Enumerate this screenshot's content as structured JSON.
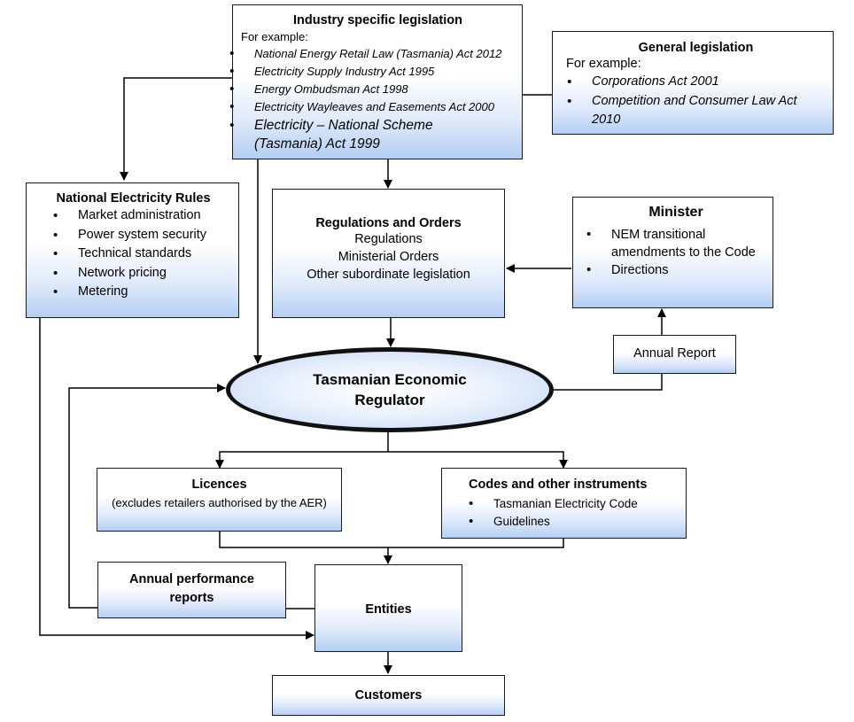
{
  "industry": {
    "title": "Industry specific legislation",
    "intro": "For example:",
    "items": [
      "National Energy Retail Law (Tasmania) Act 2012",
      "Electricity Supply Industry Act 1995",
      "Energy Ombudsman Act 1998",
      "Electricity Wayleaves and Easements Act 2000",
      "Electricity – National Scheme (Tasmania) Act 1999"
    ]
  },
  "general": {
    "title": "General legislation",
    "intro": "For example:",
    "items": [
      "Corporations Act 2001",
      "Competition and Consumer Law Act 2010"
    ]
  },
  "ner": {
    "title": "National Electricity Rules",
    "items": [
      "Market administration",
      "Power system security",
      "Technical standards",
      "Network pricing",
      "Metering"
    ]
  },
  "regulations": {
    "title": "Regulations and Orders",
    "lines": [
      "Regulations",
      "Ministerial Orders",
      "Other subordinate legislation"
    ]
  },
  "minister": {
    "title": "Minister",
    "items": [
      "NEM transitional amendments to the Code",
      "Directions"
    ]
  },
  "annual_report": "Annual Report",
  "regulator": {
    "line1": "Tasmanian Economic",
    "line2": "Regulator"
  },
  "licences": {
    "title": "Licences",
    "subtitle": "(excludes retailers authorised by the AER)"
  },
  "codes": {
    "title": "Codes and other instruments",
    "items": [
      "Tasmanian Electricity Code",
      "Guidelines"
    ]
  },
  "performance": {
    "line1": "Annual performance",
    "line2": "reports"
  },
  "entities": "Entities",
  "customers": "Customers"
}
